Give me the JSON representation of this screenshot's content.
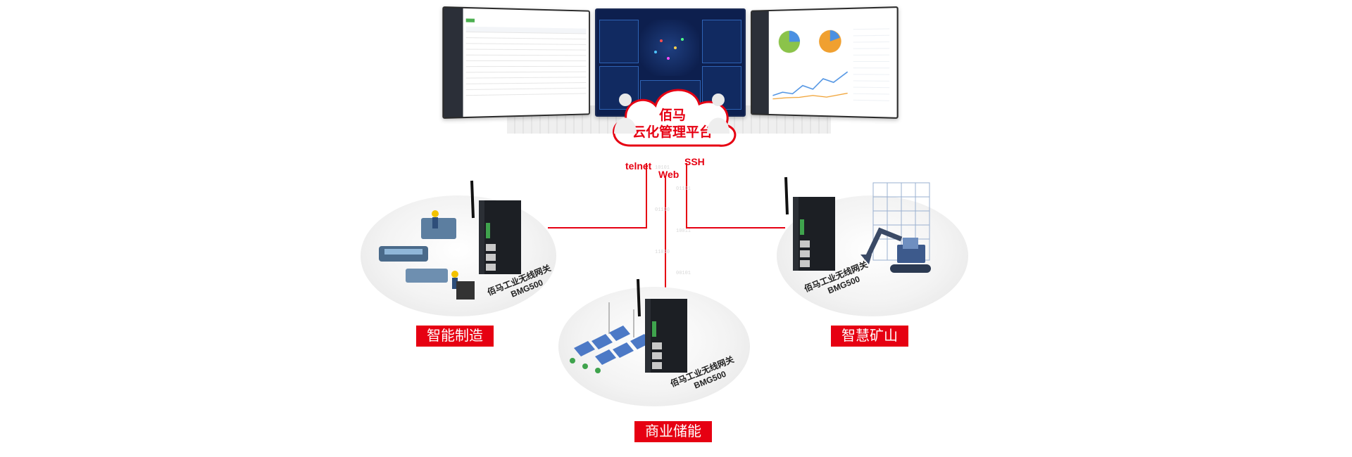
{
  "cloud": {
    "line1": "佰马",
    "line2": "云化管理平台"
  },
  "protocols": {
    "telnet": "telnet",
    "web": "Web",
    "ssh": "SSH"
  },
  "device": {
    "name": "佰马工业无线网关",
    "model": "BMG500"
  },
  "scenes": {
    "left": "智能制造",
    "bottom": "商业储能",
    "right": "智慧矿山"
  },
  "colors": {
    "accent": "#e60012",
    "dashboard_dark": "#0d1f4e"
  }
}
